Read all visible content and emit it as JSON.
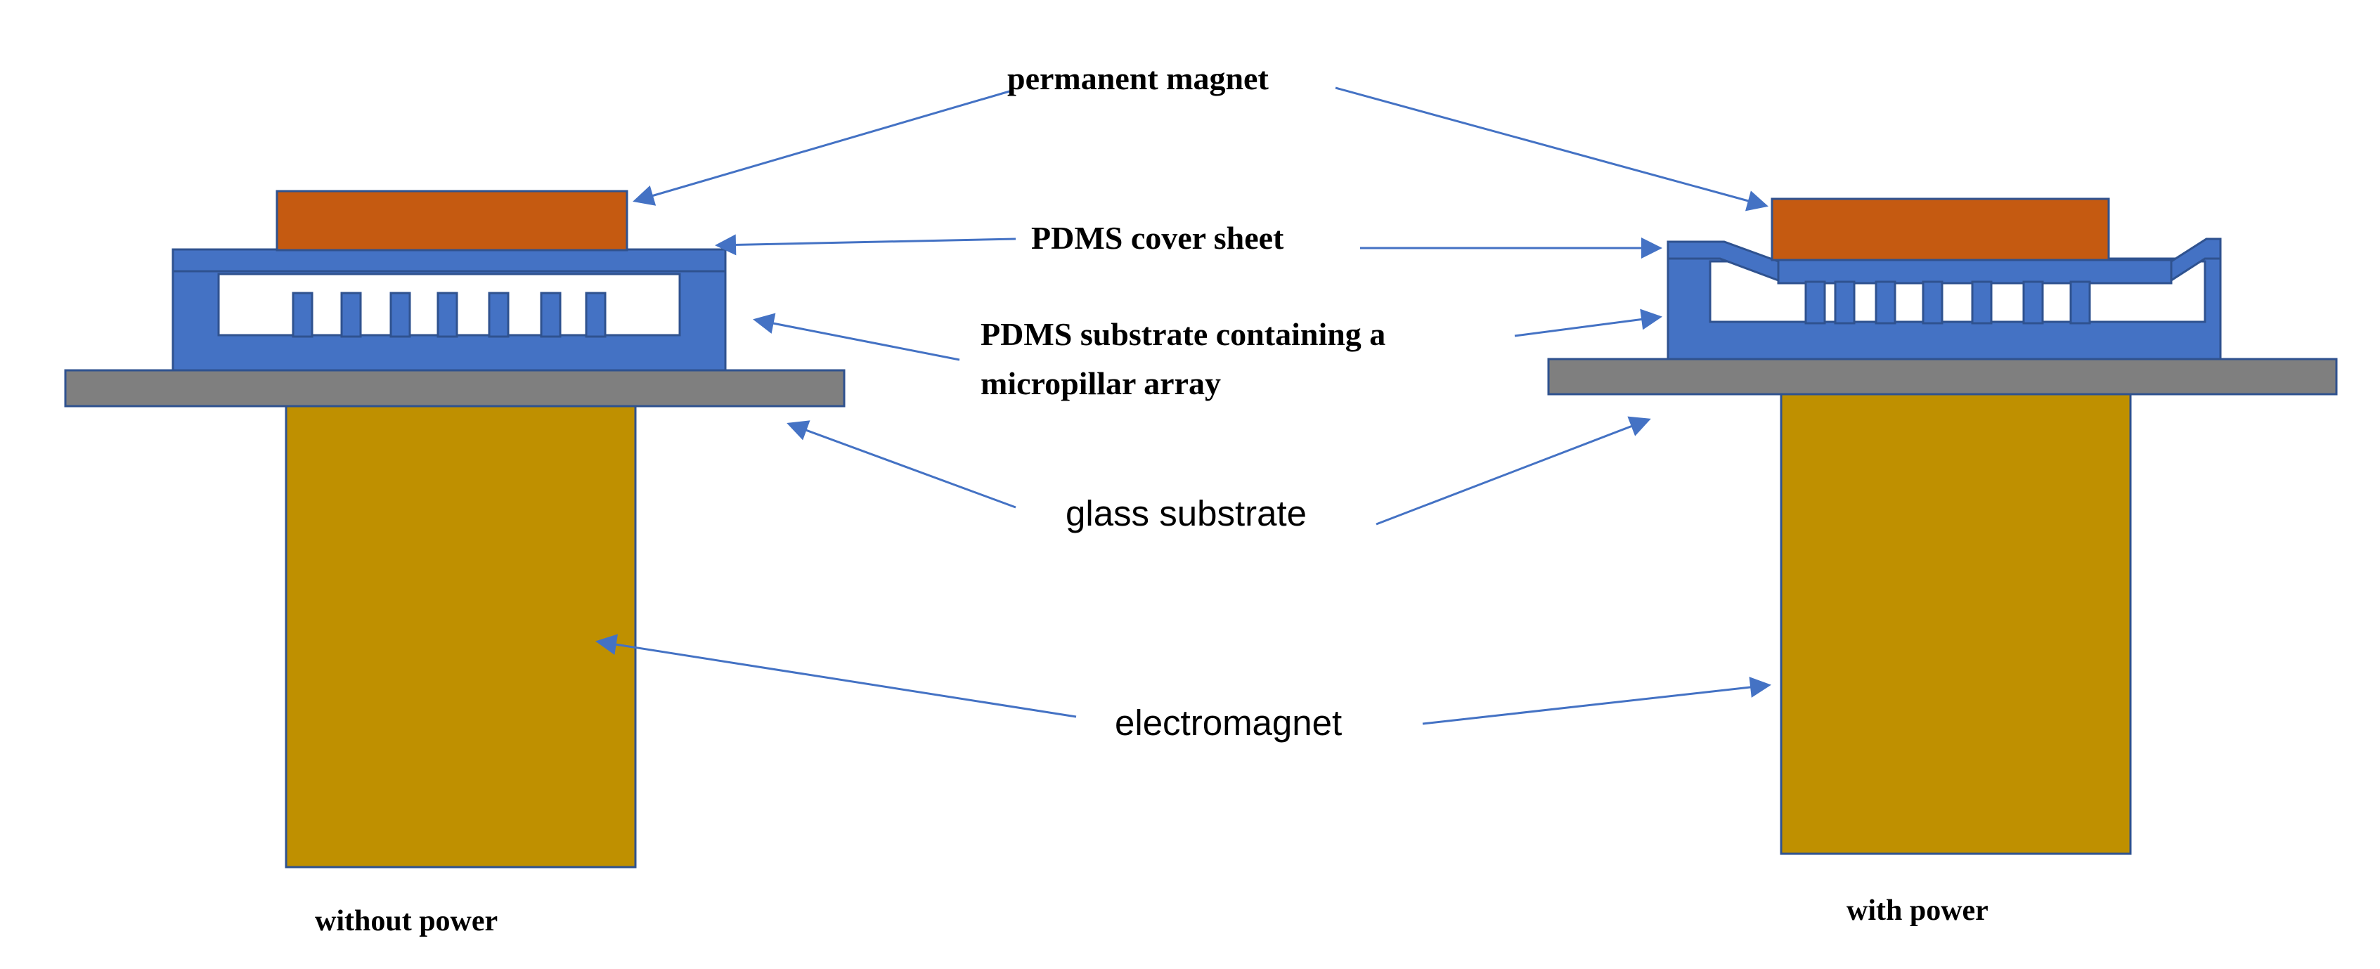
{
  "labels": {
    "permanent_magnet": "permanent magnet",
    "pdms_cover_sheet": "PDMS cover sheet",
    "pdms_substrate_line1": "PDMS substrate containing a",
    "pdms_substrate_line2": "micropillar array",
    "glass_substrate": "glass substrate",
    "electromagnet": "electromagnet",
    "without_power": "without power",
    "with_power": "with power"
  },
  "colors": {
    "magnet": "#C55A11",
    "pdms": "#4472C4",
    "glass": "#7F7F7F",
    "electromagnet": "#BF9000",
    "arrow": "#4472C4"
  }
}
